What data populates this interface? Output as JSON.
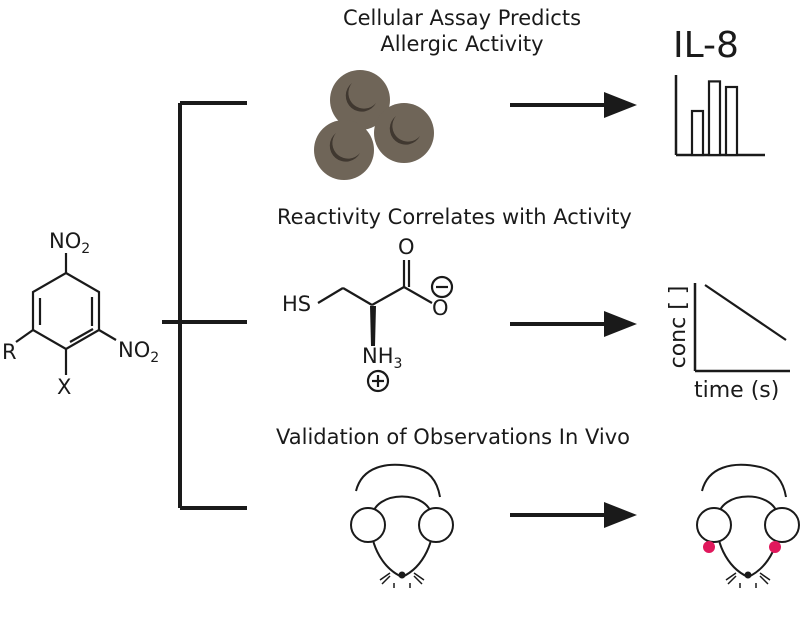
{
  "headings": {
    "assay_line1": "Cellular Assay Predicts",
    "assay_line2": "Allergic Activity",
    "reactivity": "Reactivity Correlates with Activity",
    "validation": "Validation of Observations In Vivo"
  },
  "molecule": {
    "no2_top": "NO",
    "no2_top_sub": "2",
    "no2_side": "NO",
    "no2_side_sub": "2",
    "r": "R",
    "x": "X"
  },
  "cysteine": {
    "hs": "HS",
    "o_top": "O",
    "o_minus": "O",
    "nh3": "NH",
    "nh3_sub": "3"
  },
  "il8": {
    "title": "IL-8",
    "bar_levels": [
      0.55,
      0.92,
      0.85
    ]
  },
  "kinetics": {
    "ylabel": "conc [ ]",
    "xlabel": "time (s)"
  },
  "colors": {
    "line": "#1a1a1a",
    "cell_body": "#6f6558",
    "cell_nucleus": "#403830",
    "mouse_eye": "#e0185c"
  }
}
